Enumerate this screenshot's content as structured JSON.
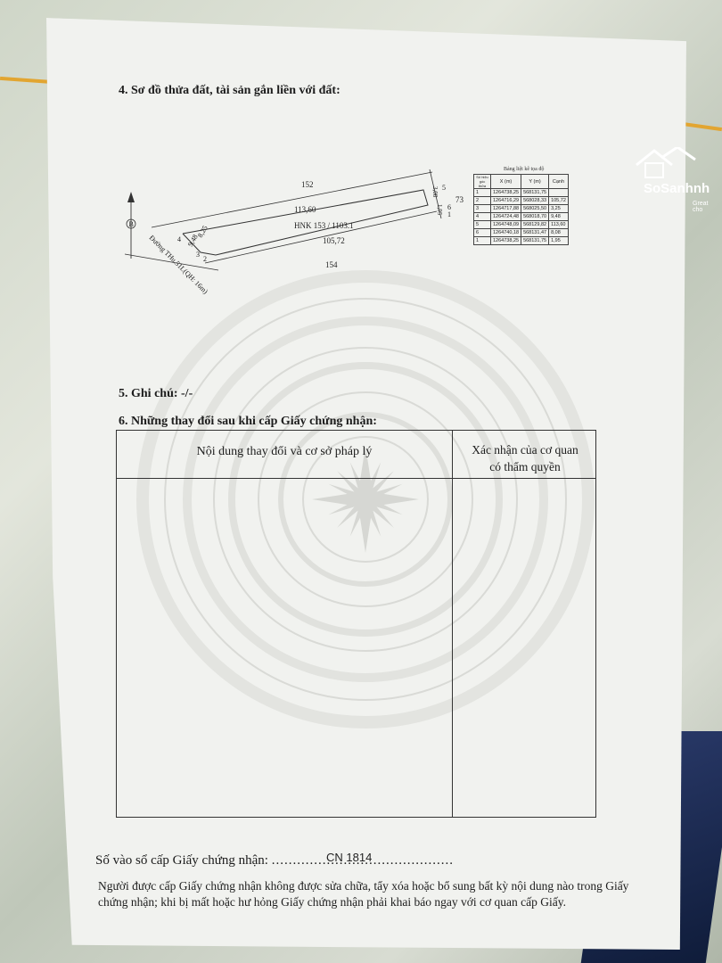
{
  "sections": {
    "s4_title": "4. Sơ đồ thửa đất, tài sản gắn liền với đất:",
    "s5_title": "5. Ghi chú:  -/-",
    "s6_title": "6. Những thay đổi sau khi cấp Giấy chứng nhận:"
  },
  "plot": {
    "north": "B",
    "neighbor_top": "152",
    "neighbor_bottom": "154",
    "neighbor_right": "73",
    "parcel_label": "HNK 153 / 1103.1",
    "edge_top": "113,60",
    "edge_bottom": "105,72",
    "edge_left_a": "9,48",
    "edge_left_b": "8,25",
    "edge_right_a": "3,08",
    "edge_right_b": "1,95",
    "road": "Đường THu.51L(QH: 16m)",
    "points": [
      "1",
      "2",
      "3",
      "4",
      "5",
      "6"
    ]
  },
  "coord_table": {
    "title": "Bảng liệt kê tọa độ",
    "headers": [
      "Số hiệu góc thửa",
      "X (m)",
      "Y (m)",
      "Cạnh"
    ],
    "rows": [
      [
        "1",
        "1264738,25",
        "568131,75",
        ""
      ],
      [
        "2",
        "1264716,29",
        "568028,33",
        "105,72"
      ],
      [
        "3",
        "1264717,88",
        "568025,50",
        "3,25"
      ],
      [
        "4",
        "1264724,48",
        "568018,70",
        "9,48"
      ],
      [
        "5",
        "1264748,09",
        "568129,82",
        "113,60"
      ],
      [
        "6",
        "1264740,18",
        "568131,47",
        "8,08"
      ],
      [
        "1",
        "1264738,25",
        "568131,75",
        "1,95"
      ]
    ]
  },
  "changes_table": {
    "col1_header": "Nội dung thay đổi và cơ sở pháp lý",
    "col2_header_line1": "Xác nhận của cơ quan",
    "col2_header_line2": "có thẩm quyền"
  },
  "footer": {
    "registry_label": "Số vào sổ cấp Giấy chứng nhận:",
    "registry_dots": "...........................................",
    "registry_number": "CN 1814",
    "note": "Người được cấp Giấy chứng nhận không được sửa chữa, tẩy xóa hoặc bổ sung bất kỳ nội dung nào trong Giấy chứng nhận; khi bị mất hoặc hư hỏng Giấy chứng nhận phải khai báo ngay với cơ quan cấp Giấy."
  },
  "watermark": {
    "brand": "SoSanhnh",
    "tagline": "Great cho"
  }
}
